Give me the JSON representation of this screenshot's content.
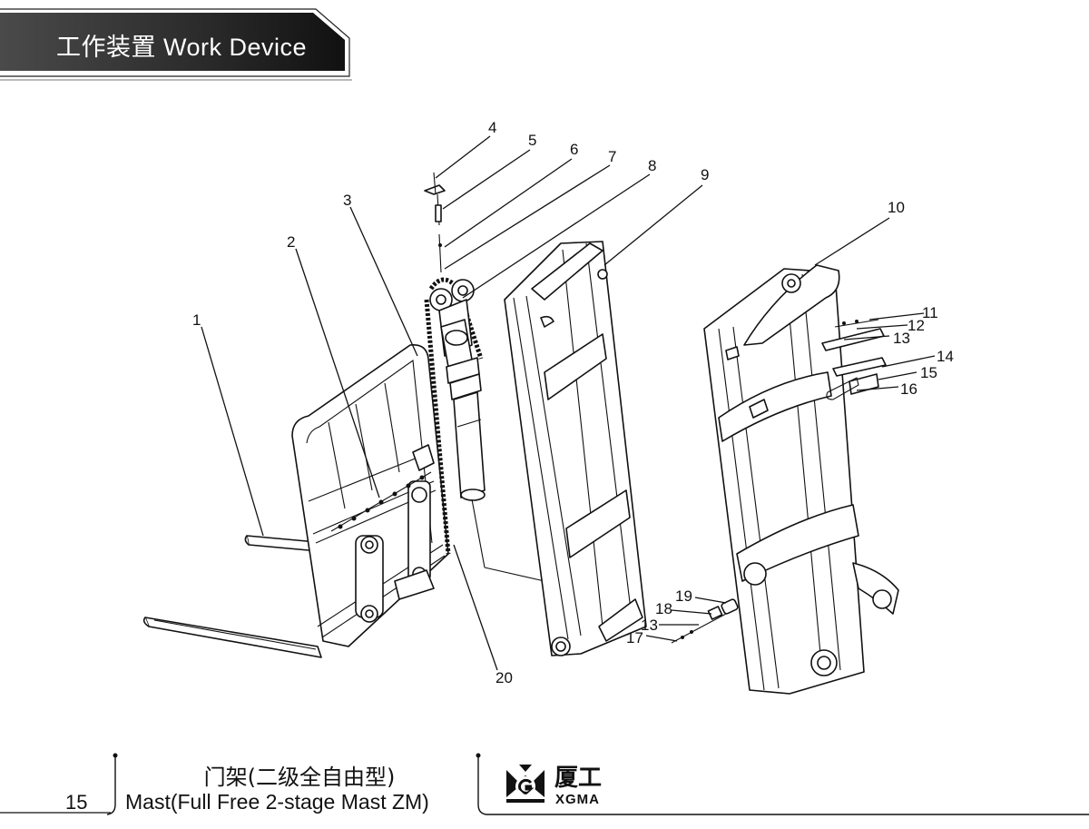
{
  "header": {
    "title": "工作装置  Work Device"
  },
  "callouts": [
    "1",
    "2",
    "3",
    "4",
    "5",
    "6",
    "7",
    "8",
    "9",
    "10",
    "11",
    "12",
    "13",
    "14",
    "15",
    "16",
    "13",
    "17",
    "18",
    "19",
    "20"
  ],
  "footer": {
    "page_number": "15",
    "title_cn": "门架(二级全自由型)",
    "title_en": "Mast(Full Free 2-stage Mast ZM)",
    "brand_cn": "厦工",
    "brand_en": "XGMA"
  }
}
